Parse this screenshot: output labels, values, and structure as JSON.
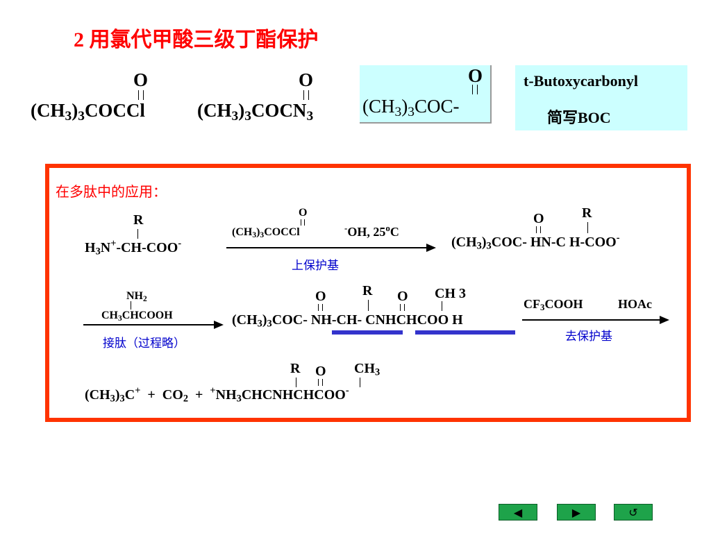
{
  "title": "2  用氯代甲酸三级丁酯保护",
  "reagents": {
    "r1": {
      "o": "O",
      "pre": "(CH",
      "n1": "3",
      "mid": ")",
      "n2": "3",
      "post": "COCCl"
    },
    "r2": {
      "o": "O",
      "pre": "(CH",
      "n1": "3",
      "mid": ")",
      "n2": "3",
      "post": "COCN",
      "n3": "3"
    },
    "r3": {
      "o": "O",
      "pre": "(CH",
      "n1": "3",
      "mid": ")",
      "n2": "3",
      "post": "COC-"
    }
  },
  "boc_note": {
    "name": "t-Butoxycarbonyl",
    "abbr": "简写BOC"
  },
  "application": {
    "heading": "在多肽中的应用：",
    "step1": {
      "start": {
        "r": "R",
        "h": "H",
        "h_n": "3",
        "n": "N",
        "plus": "+",
        "rest": "-CH-COO",
        "minus": "-"
      },
      "reagent": {
        "o": "O",
        "pre": "(CH",
        "n1": "3",
        "mid": ")",
        "n2": "3",
        "post": "COCCl"
      },
      "cond": {
        "oh_sup": "-",
        "oh": "OH,  25",
        "deg": "o",
        "c": "C"
      },
      "label": "上保护基",
      "product": {
        "o": "O",
        "r": "R",
        "pre": "(CH",
        "n1": "3",
        "mid": ")",
        "n2": "3",
        "post": "COC- HN-C H-COO",
        "minus": "-"
      }
    },
    "step2": {
      "reagent_top": "NH",
      "reagent_top_n": "2",
      "reagent": "CH",
      "reagent_n": "3",
      "reagent_rest": "CHCOOH",
      "label": "接肽（过程略）",
      "product": {
        "o1": "O",
        "r": "R",
        "o2": "O",
        "ch3": "CH 3",
        "pre": "(CH",
        "n1": "3",
        "mid": ")",
        "n2": "3",
        "post": "COC- NH-CH- CNHCHCOO  H"
      },
      "deprot_reagents": {
        "cf": "CF",
        "cf_n": "3",
        "cf_rest": "COOH",
        "hoac": "HOAc"
      },
      "deprot_label": "去保护基"
    },
    "step3": {
      "r": "R",
      "o": "O",
      "ch": "CH",
      "ch_n": "3",
      "pre": "(CH",
      "n1": "3",
      "mid": ")",
      "n2": "3",
      "c": "C",
      "cplus": "+",
      "mid_text": "  +  CO",
      "co_n": "2",
      "plus_text": "  +  ",
      "nh_plus": "+",
      "nh": "NH",
      "nh_n": "3",
      "tail": "CHCNHCHCOO",
      "tail_minus": "-"
    }
  },
  "nav": {
    "prev": "◀",
    "next": "▶",
    "back": "↺"
  },
  "colors": {
    "title": "#ff0000",
    "frame": "#ff3300",
    "highlight": "#ccffff",
    "note_bg": "#ccffff",
    "blue_text": "#0000cc",
    "underline": "#3333cc",
    "nav": "#1ea34a"
  }
}
